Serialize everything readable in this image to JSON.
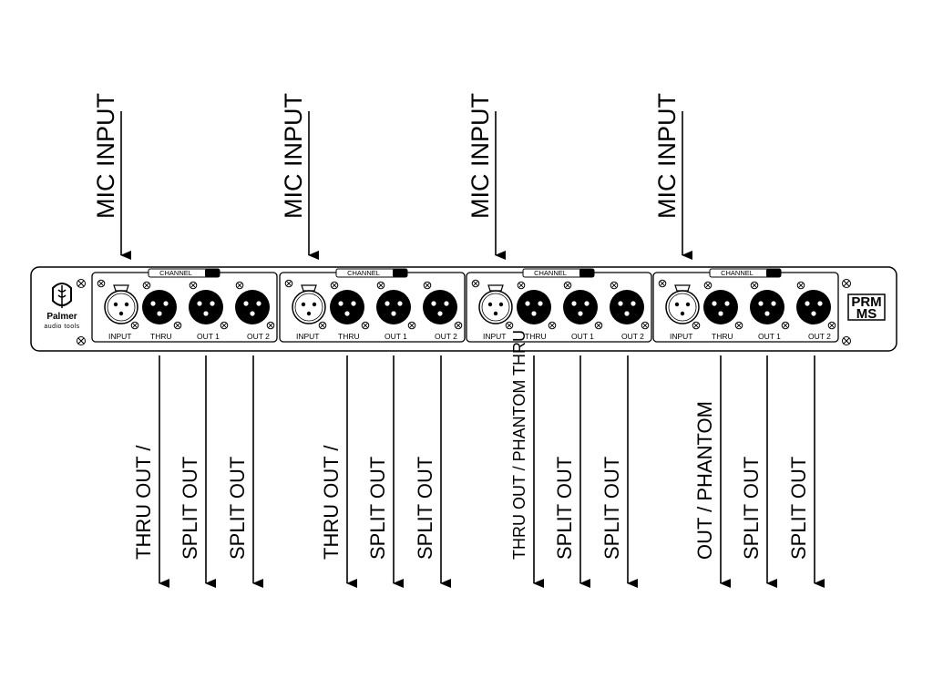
{
  "brand": {
    "name": "Palmer",
    "tagline": "audio tools",
    "model_line1": "PRM",
    "model_line2": "MS"
  },
  "channel_tag": "CHANNEL",
  "jack_labels": [
    "INPUT",
    "THRU",
    "OUT 1",
    "OUT 2"
  ],
  "channels": [
    {
      "input_label": "MIC INPUT",
      "outputs": [
        {
          "label": "THRU OUT /"
        },
        {
          "label": "SPLIT OUT"
        },
        {
          "label": "SPLIT OUT"
        }
      ]
    },
    {
      "input_label": "MIC INPUT",
      "outputs": [
        {
          "label": "THRU OUT /"
        },
        {
          "label": "SPLIT OUT"
        },
        {
          "label": "SPLIT OUT"
        }
      ]
    },
    {
      "input_label": "MIC INPUT",
      "outputs": [
        {
          "label": "THRU OUT / PHANTOM THRU"
        },
        {
          "label": "SPLIT OUT"
        },
        {
          "label": "SPLIT OUT"
        }
      ]
    },
    {
      "input_label": "MIC INPUT",
      "outputs": [
        {
          "label": "OUT / PHANTOM"
        },
        {
          "label": "SPLIT OUT"
        },
        {
          "label": "SPLIT OUT"
        }
      ]
    }
  ]
}
